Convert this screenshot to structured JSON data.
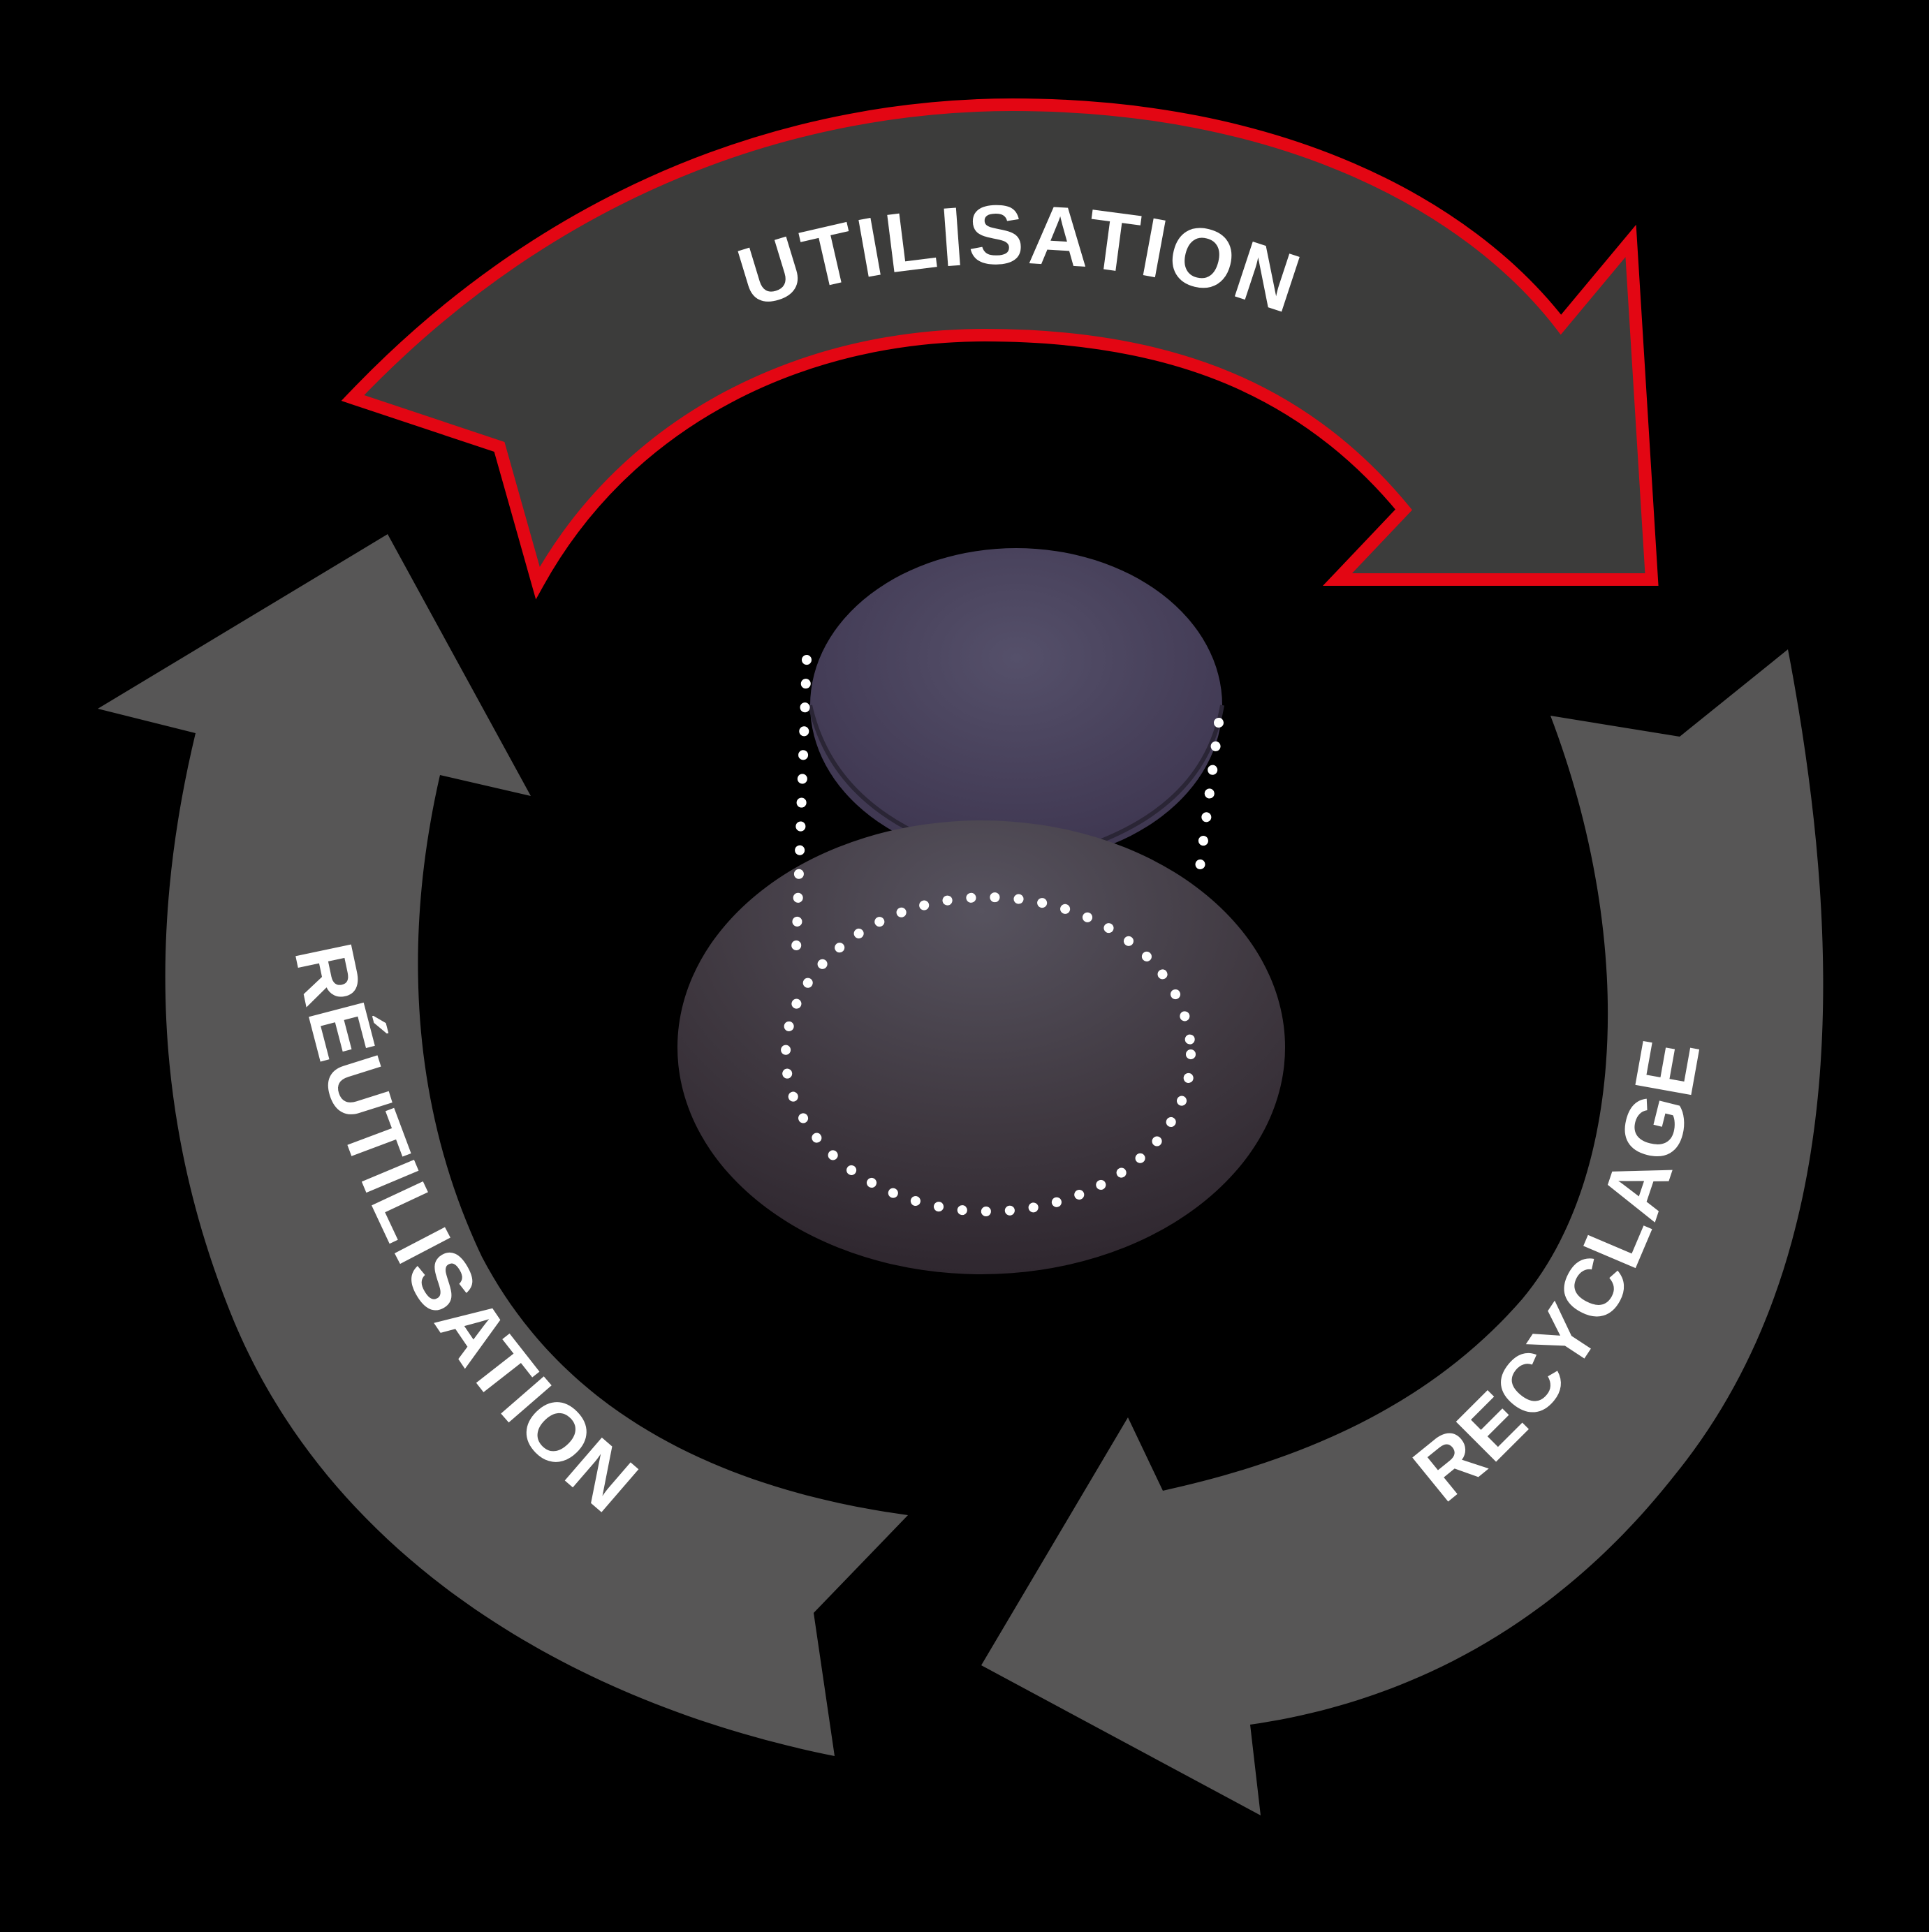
{
  "diagram": {
    "title": "Lens lifecycle",
    "type": "cycle",
    "stages": [
      {
        "id": "utilisation",
        "label": "UTILISATION",
        "highlighted": true
      },
      {
        "id": "recyclage",
        "label": "RECYCLAGE",
        "highlighted": false
      },
      {
        "id": "reutilisation",
        "label": "RÉUTILISATION",
        "highlighted": false
      }
    ],
    "center_image": "lens-blank-and-cut-lens-illustration",
    "colors": {
      "background": "#000000",
      "highlight_outline": "#e30613",
      "highlight_fill": "#3c3c3b",
      "arrow_fill": "#575656",
      "text": "#ffffff",
      "lens": "#4a4258"
    }
  }
}
